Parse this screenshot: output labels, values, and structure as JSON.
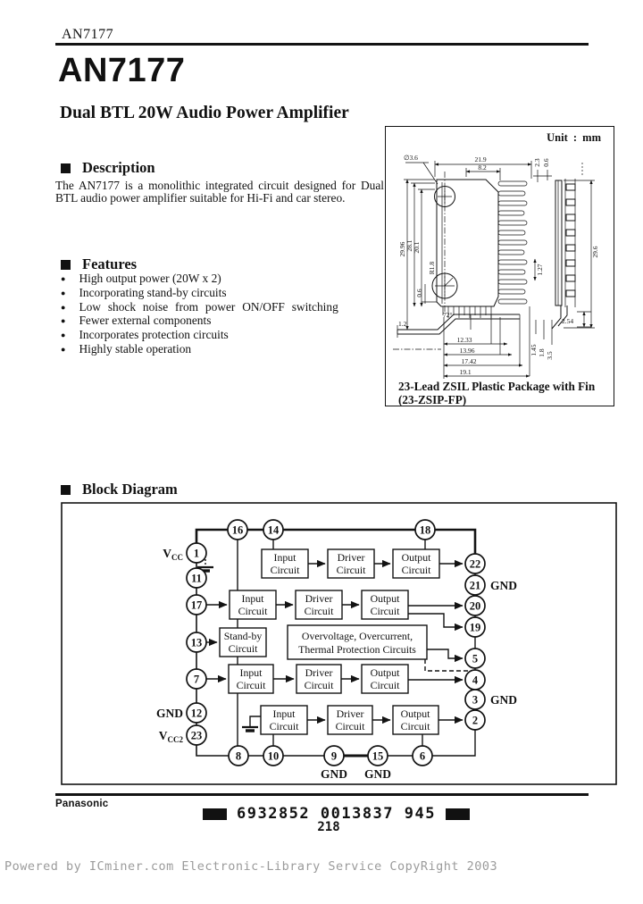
{
  "page": {
    "header_model": "AN7177",
    "title": "AN7177",
    "subtitle": "Dual BTL 20W Audio Power Amplifier"
  },
  "description": {
    "heading": "Description",
    "body": "The AN7177 is a monolithic integrated circuit designed for Dual BTL audio power amplifier suitable for Hi-Fi and car stereo."
  },
  "features": {
    "heading": "Features",
    "bullet": "●",
    "items": [
      "High output power (20W x 2)",
      "Incorporating stand-by circuits",
      "Low shock noise from power ON/OFF switching",
      "Fewer external components",
      "Incorporates protection circuits",
      "Highly stable operation"
    ]
  },
  "package": {
    "unit_label": "Unit : mm",
    "caption_line1": "23-Lead ZSIL Plastic Package with Fin",
    "caption_line2": "(23-ZSIP-FP)",
    "dims": {
      "hole_dia": "∅3.6",
      "total_width": "21.9",
      "body_width": "8.2",
      "fin_pitch": "2.3",
      "fin_thickness": "0.6",
      "height_overall": "29.96",
      "height_body": "28.1",
      "height_fin": "20.1",
      "lead_pitch": "1.27",
      "side_height": "29.6",
      "base_thickness": "0.6",
      "corner_radius": "R1.8",
      "bend_angle": "72°",
      "lead_tip": "1.2",
      "row_pitch": "2.54",
      "dim_a": "12.33",
      "dim_b": "13.96",
      "dim_c": "17.42",
      "dim_d": "19.1",
      "dim_e": "1.45",
      "dim_f": "1.8",
      "dim_g": "3.5"
    }
  },
  "block_diagram": {
    "heading": "Block Diagram",
    "labels": {
      "v": "V",
      "cc": "CC",
      "cc2": "CC2",
      "gnd": "GND"
    },
    "boxes": {
      "input": [
        "Input",
        "Circuit"
      ],
      "driver": [
        "Driver",
        "Circuit"
      ],
      "output": [
        "Output",
        "Circuit"
      ],
      "standby": [
        "Stand-by",
        "Circuit"
      ],
      "protection": [
        "Overvoltage, Overcurrent,",
        "Thermal Protection Circuits"
      ]
    },
    "pin_numbers": {
      "1": "1",
      "2": "2",
      "3": "3",
      "4": "4",
      "5": "5",
      "6": "6",
      "7": "7",
      "8": "8",
      "9": "9",
      "10": "10",
      "11": "11",
      "12": "12",
      "13": "13",
      "14": "14",
      "15": "15",
      "16": "16",
      "17": "17",
      "18": "18",
      "19": "19",
      "20": "20",
      "21": "21",
      "22": "22",
      "23": "23"
    }
  },
  "footer": {
    "brand": "Panasonic",
    "barcode": "6932852 0013837 945",
    "page_number": "218",
    "watermark": "Powered by ICminer.com Electronic-Library Service CopyRight 2003"
  }
}
